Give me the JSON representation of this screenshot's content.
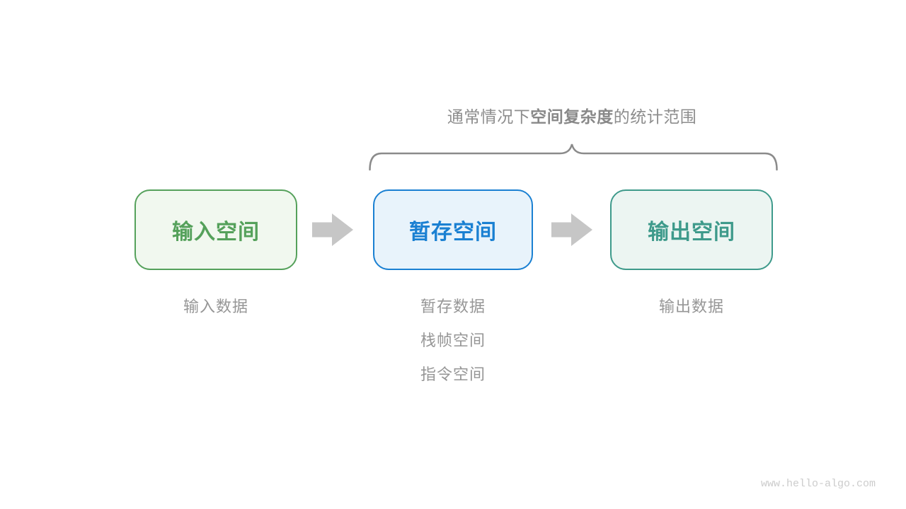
{
  "diagram": {
    "title": {
      "prefix": "通常情况下",
      "emphasis": "空间复杂度",
      "suffix": "的统计范围"
    },
    "title_color": "#8d8d8d",
    "brace_color": "#8b8b8b",
    "arrow_color": "#c6c6c6",
    "note_color": "#969696",
    "boxes": [
      {
        "name": "input-space",
        "label": "输入空间",
        "color": "#55a15b",
        "fill": "#f1f8ef",
        "notes": [
          "输入数据"
        ]
      },
      {
        "name": "temp-space",
        "label": "暂存空间",
        "color": "#1a80d2",
        "fill": "#e8f3fb",
        "notes": [
          "暂存数据",
          "栈帧空间",
          "指令空间"
        ]
      },
      {
        "name": "output-space",
        "label": "输出空间",
        "color": "#3e9a8b",
        "fill": "#ecf5f2",
        "notes": [
          "输出数据"
        ]
      }
    ]
  },
  "footer": {
    "watermark": "www.hello-algo.com",
    "color": "#cccccc"
  }
}
